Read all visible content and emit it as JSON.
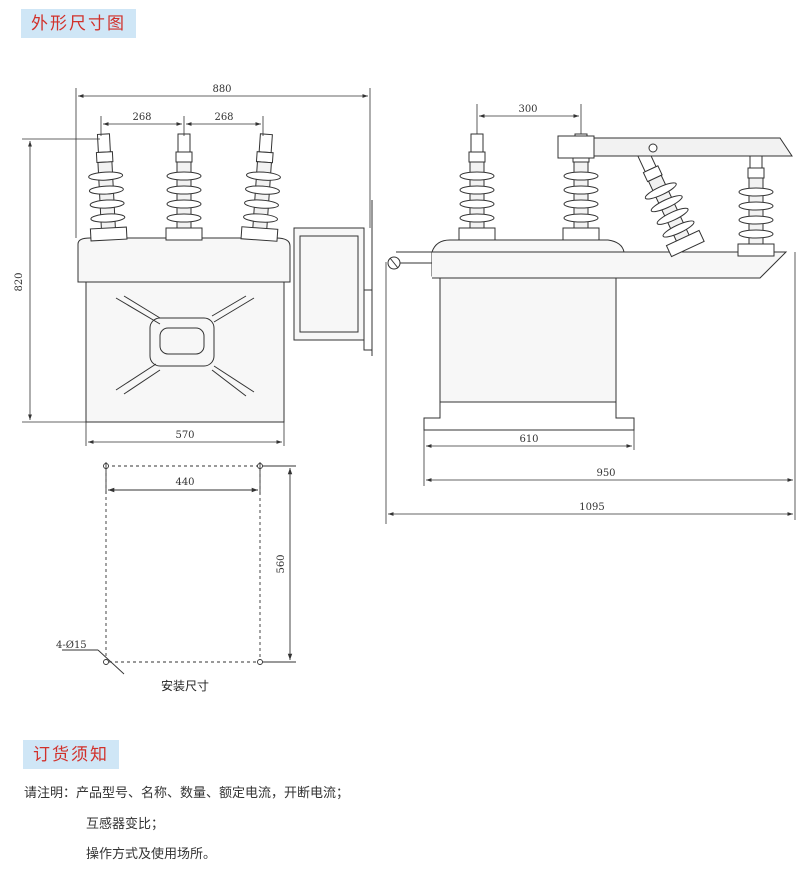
{
  "sections": {
    "dimensions_title": "外形尺寸图",
    "order_title": "订货须知"
  },
  "front_view": {
    "dims": {
      "overall_width": "880",
      "phase_spacing_left": "268",
      "phase_spacing_right": "268",
      "height": "820",
      "base_width": "570"
    }
  },
  "side_view": {
    "dims": {
      "insulator_spacing": "300",
      "frame_width": "610",
      "mount_width": "950",
      "overall_length": "1095"
    }
  },
  "mounting": {
    "dims": {
      "hole_spacing_x": "440",
      "hole_spacing_y": "560",
      "holes": "4-Ø15"
    },
    "caption": "安装尺寸"
  },
  "order_notes": {
    "line1": "请注明：产品型号、名称、数量、额定电流，开断电流；",
    "line2": "互感器变比；",
    "line3": "操作方式及使用场所。"
  },
  "colors": {
    "tag_bg": "#cfe6f6",
    "tag_text": "#d1312b",
    "line": "#333333",
    "fill": "#f7f7f7"
  }
}
